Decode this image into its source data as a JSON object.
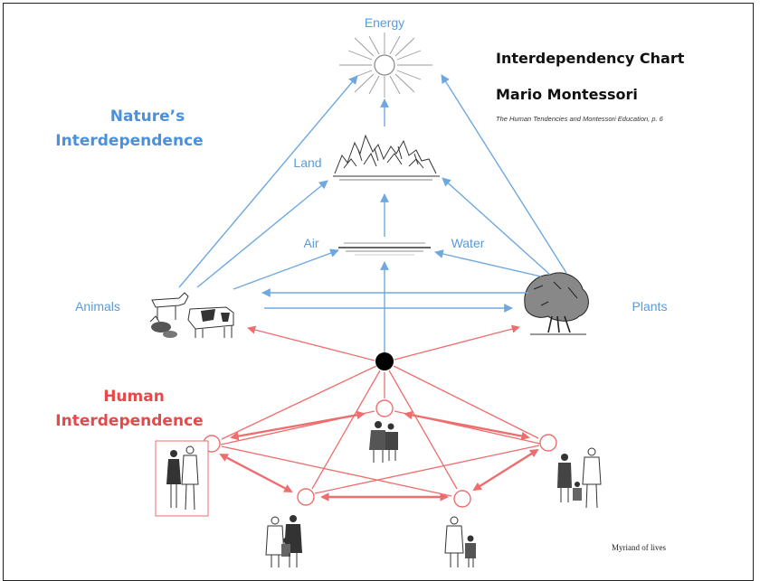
{
  "title": "Interdependency Chart",
  "author": "Mario Montessori",
  "source": "The Human Tendencies and Montessori Education, p. 6",
  "sections": {
    "nature": [
      "Nature’s",
      "Interdependence"
    ],
    "human": [
      "Human",
      "Interdependence"
    ]
  },
  "nodes": {
    "energy": "Energy",
    "land": "Land",
    "air": "Air",
    "water": "Water",
    "animals": "Animals",
    "plants": "Plants"
  },
  "credit": "Myriand of lives",
  "colors": {
    "nature": "#5a9ad9",
    "human": "#e6494a",
    "center_node": "#000000"
  }
}
